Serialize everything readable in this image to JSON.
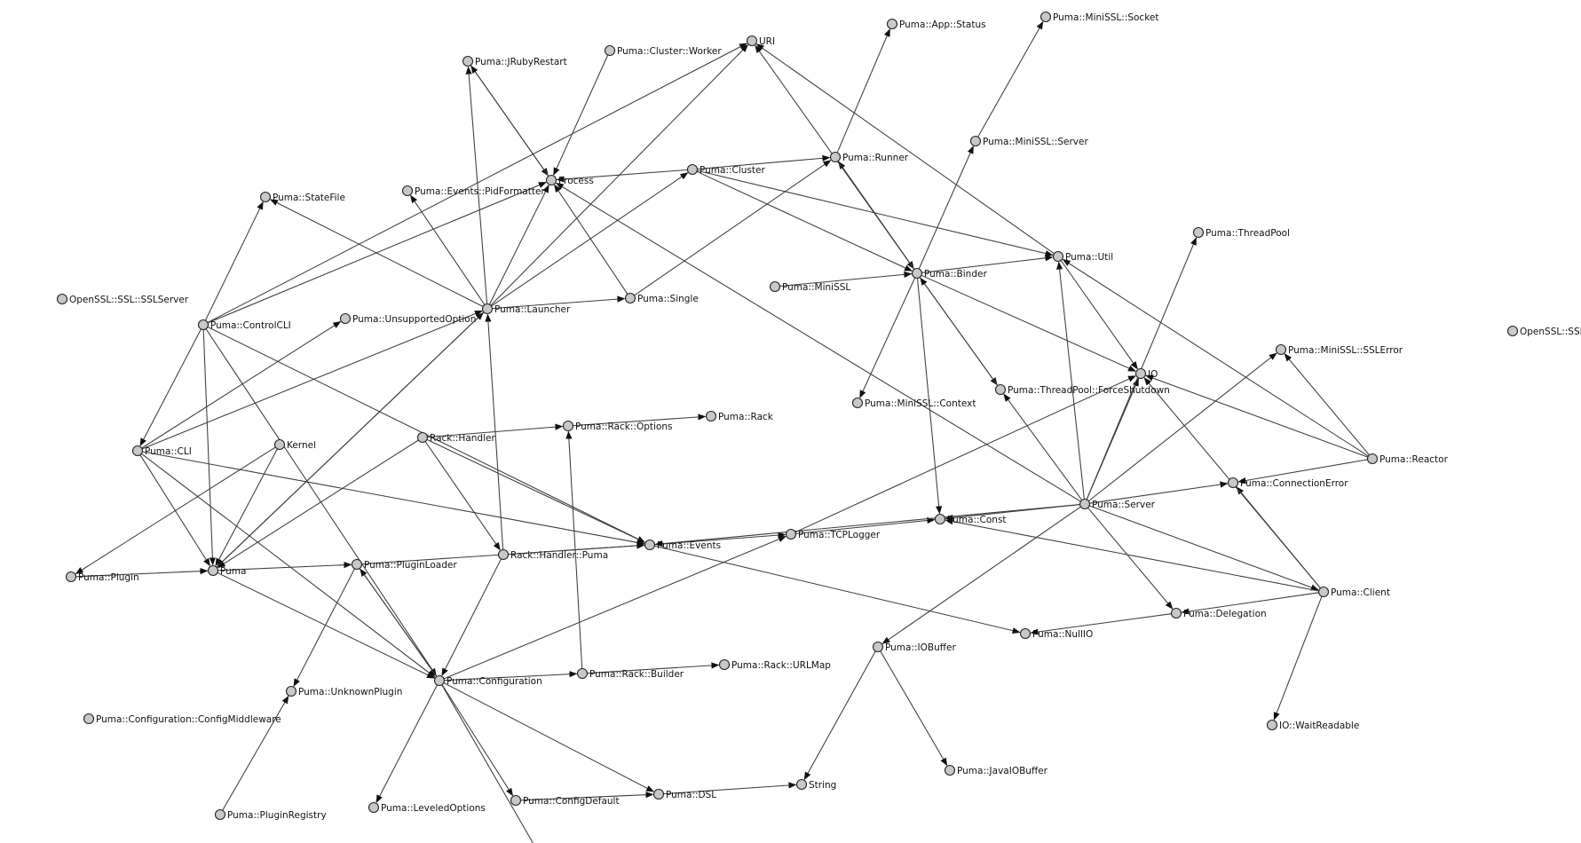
{
  "graph": {
    "nodes": [
      {
        "id": "uri",
        "label": "URI"
      },
      {
        "id": "app_status",
        "label": "Puma::App::Status"
      },
      {
        "id": "minissl_socket",
        "label": "Puma::MiniSSL::Socket"
      },
      {
        "id": "jruby_restart",
        "label": "Puma::JRubyRestart"
      },
      {
        "id": "cluster_worker",
        "label": "Puma::Cluster::Worker"
      },
      {
        "id": "runner",
        "label": "Puma::Runner"
      },
      {
        "id": "minissl_server",
        "label": "Puma::MiniSSL::Server"
      },
      {
        "id": "statefile",
        "label": "Puma::StateFile"
      },
      {
        "id": "pidformatter",
        "label": "Puma::Events::PidFormatter"
      },
      {
        "id": "process",
        "label": "Process"
      },
      {
        "id": "cluster",
        "label": "Puma::Cluster"
      },
      {
        "id": "threadpool",
        "label": "Puma::ThreadPool"
      },
      {
        "id": "util",
        "label": "Puma::Util"
      },
      {
        "id": "binder",
        "label": "Puma::Binder"
      },
      {
        "id": "openssl_sslserver",
        "label": "OpenSSL::SSL::SSLServer"
      },
      {
        "id": "minissl",
        "label": "Puma::MiniSSL"
      },
      {
        "id": "single",
        "label": "Puma::Single"
      },
      {
        "id": "launcher",
        "label": "Puma::Launcher"
      },
      {
        "id": "unsupported_option",
        "label": "Puma::UnsupportedOption"
      },
      {
        "id": "controlcli",
        "label": "Puma::ControlCLI"
      },
      {
        "id": "openssl_ssl",
        "label": "OpenSSL::SSL"
      },
      {
        "id": "minissl_sslerror",
        "label": "Puma::MiniSSL::SSLError"
      },
      {
        "id": "io",
        "label": "IO"
      },
      {
        "id": "forceshutdown",
        "label": "Puma::ThreadPool::ForceShutdown"
      },
      {
        "id": "minissl_context",
        "label": "Puma::MiniSSL::Context"
      },
      {
        "id": "rack",
        "label": "Puma::Rack"
      },
      {
        "id": "rack_options",
        "label": "Puma::Rack::Options"
      },
      {
        "id": "rack_handler",
        "label": "Rack::Handler"
      },
      {
        "id": "kernel",
        "label": "Kernel"
      },
      {
        "id": "cli",
        "label": "Puma::CLI"
      },
      {
        "id": "reactor",
        "label": "Puma::Reactor"
      },
      {
        "id": "server",
        "label": "Puma::Server"
      },
      {
        "id": "connection_error",
        "label": "Puma::ConnectionError"
      },
      {
        "id": "const",
        "label": "Puma::Const"
      },
      {
        "id": "tcplogger",
        "label": "Puma::TCPLogger"
      },
      {
        "id": "events",
        "label": "Puma::Events"
      },
      {
        "id": "rack_handler_puma",
        "label": "Rack::Handler::Puma"
      },
      {
        "id": "pluginloader",
        "label": "Puma::PluginLoader"
      },
      {
        "id": "puma_plugin",
        "label": "Puma::Plugin"
      },
      {
        "id": "puma",
        "label": "Puma"
      },
      {
        "id": "client",
        "label": "Puma::Client"
      },
      {
        "id": "delegation",
        "label": "Puma::Delegation"
      },
      {
        "id": "nullio",
        "label": "Puma::NullIO"
      },
      {
        "id": "iobuffer",
        "label": "Puma::IOBuffer"
      },
      {
        "id": "rack_urlmap",
        "label": "Puma::Rack::URLMap"
      },
      {
        "id": "rack_builder",
        "label": "Puma::Rack::Builder"
      },
      {
        "id": "configuration",
        "label": "Puma::Configuration"
      },
      {
        "id": "unknown_plugin",
        "label": "Puma::UnknownPlugin"
      },
      {
        "id": "config_middleware",
        "label": "Puma::Configuration::ConfigMiddleware"
      },
      {
        "id": "io_waitreadable",
        "label": "IO::WaitReadable"
      },
      {
        "id": "javaiobuffer",
        "label": "Puma::JavaIOBuffer"
      },
      {
        "id": "string",
        "label": "String"
      },
      {
        "id": "dsl",
        "label": "Puma::DSL"
      },
      {
        "id": "configdefault",
        "label": "Puma::ConfigDefault"
      },
      {
        "id": "plugin_registry",
        "label": "Puma::PluginRegistry"
      },
      {
        "id": "leveled_options",
        "label": "Puma::LeveledOptions"
      }
    ],
    "edges": [
      [
        "runner",
        "app_status"
      ],
      [
        "minissl_server",
        "minissl_socket"
      ],
      [
        "cluster_worker",
        "process"
      ],
      [
        "jruby_restart",
        "process"
      ],
      [
        "process",
        "jruby_restart"
      ],
      [
        "cluster",
        "runner"
      ],
      [
        "cluster",
        "process"
      ],
      [
        "cluster",
        "util"
      ],
      [
        "cluster",
        "binder"
      ],
      [
        "runner",
        "binder"
      ],
      [
        "binder",
        "runner"
      ],
      [
        "binder",
        "uri"
      ],
      [
        "binder",
        "minissl_server"
      ],
      [
        "binder",
        "util"
      ],
      [
        "binder",
        "io"
      ],
      [
        "binder",
        "minissl_context"
      ],
      [
        "binder",
        "const"
      ],
      [
        "binder",
        "forceshutdown"
      ],
      [
        "util",
        "uri"
      ],
      [
        "util",
        "io"
      ],
      [
        "minissl",
        "binder"
      ],
      [
        "single",
        "runner"
      ],
      [
        "single",
        "process"
      ],
      [
        "launcher",
        "single"
      ],
      [
        "launcher",
        "cluster"
      ],
      [
        "launcher",
        "process"
      ],
      [
        "launcher",
        "uri"
      ],
      [
        "launcher",
        "jruby_restart"
      ],
      [
        "launcher",
        "pidformatter"
      ],
      [
        "launcher",
        "statefile"
      ],
      [
        "launcher",
        "puma"
      ],
      [
        "controlcli",
        "statefile"
      ],
      [
        "controlcli",
        "uri"
      ],
      [
        "controlcli",
        "process"
      ],
      [
        "controlcli",
        "cli"
      ],
      [
        "controlcli",
        "puma"
      ],
      [
        "controlcli",
        "events"
      ],
      [
        "controlcli",
        "configuration"
      ],
      [
        "cli",
        "launcher"
      ],
      [
        "cli",
        "unsupported_option"
      ],
      [
        "cli",
        "events"
      ],
      [
        "cli",
        "puma"
      ],
      [
        "cli",
        "configuration"
      ],
      [
        "kernel",
        "puma_plugin"
      ],
      [
        "kernel",
        "puma"
      ],
      [
        "puma_plugin",
        "puma"
      ],
      [
        "puma",
        "launcher"
      ],
      [
        "puma",
        "pluginloader"
      ],
      [
        "puma",
        "configuration"
      ],
      [
        "rack_handler",
        "puma"
      ],
      [
        "rack_handler",
        "rack_options"
      ],
      [
        "rack_handler",
        "rack_handler_puma"
      ],
      [
        "rack_handler",
        "events"
      ],
      [
        "rack_options",
        "rack"
      ],
      [
        "rack_handler_puma",
        "launcher"
      ],
      [
        "rack_handler_puma",
        "configuration"
      ],
      [
        "rack_handler_puma",
        "events"
      ],
      [
        "pluginloader",
        "events"
      ],
      [
        "pluginloader",
        "configuration"
      ],
      [
        "pluginloader",
        "unknown_plugin"
      ],
      [
        "configuration",
        "pluginloader"
      ],
      [
        "configuration",
        "rack_builder"
      ],
      [
        "configuration",
        "dsl"
      ],
      [
        "configuration",
        "configdefault"
      ],
      [
        "configuration",
        "leveled_options"
      ],
      [
        "configuration",
        "tcplogger"
      ],
      [
        "configuration",
        "offscreen"
      ],
      [
        "rack_builder",
        "rack_urlmap"
      ],
      [
        "rack_builder",
        "rack_options"
      ],
      [
        "dsl",
        "string"
      ],
      [
        "configdefault",
        "dsl"
      ],
      [
        "plugin_registry",
        "unknown_plugin"
      ],
      [
        "events",
        "tcplogger"
      ],
      [
        "events",
        "nullio"
      ],
      [
        "tcplogger",
        "const"
      ],
      [
        "tcplogger",
        "io"
      ],
      [
        "server",
        "process"
      ],
      [
        "server",
        "forceshutdown"
      ],
      [
        "server",
        "util"
      ],
      [
        "server",
        "io"
      ],
      [
        "server",
        "const"
      ],
      [
        "server",
        "events"
      ],
      [
        "server",
        "connection_error"
      ],
      [
        "server",
        "minissl_sslerror"
      ],
      [
        "server",
        "delegation"
      ],
      [
        "server",
        "iobuffer"
      ],
      [
        "server",
        "client"
      ],
      [
        "forceshutdown",
        "binder"
      ],
      [
        "threadpool_src",
        "threadpool"
      ],
      [
        "reactor",
        "minissl_sslerror"
      ],
      [
        "reactor",
        "connection_error"
      ],
      [
        "reactor",
        "io"
      ],
      [
        "reactor",
        "util"
      ],
      [
        "client",
        "connection_error"
      ],
      [
        "client",
        "delegation"
      ],
      [
        "client",
        "io"
      ],
      [
        "client",
        "io_waitreadable"
      ],
      [
        "client",
        "const"
      ],
      [
        "delegation",
        "nullio"
      ],
      [
        "iobuffer",
        "string"
      ],
      [
        "iobuffer",
        "javaiobuffer"
      ]
    ]
  }
}
